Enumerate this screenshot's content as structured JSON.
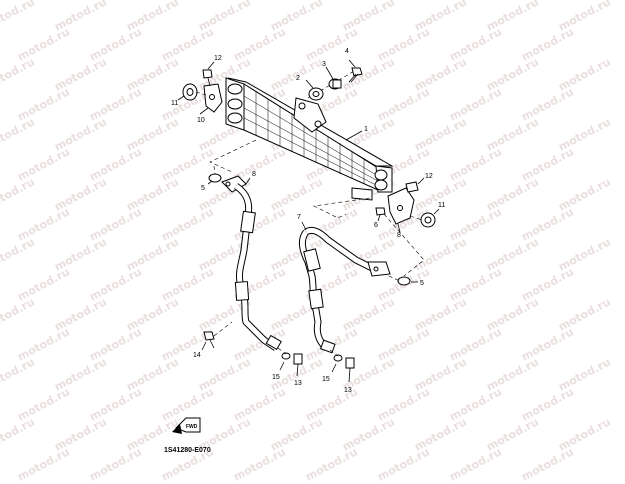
{
  "watermark": {
    "text": "motod.ru"
  },
  "callouts": {
    "c1": "1",
    "c2": "2",
    "c3": "3",
    "c4": "4",
    "c5a": "5",
    "c5b": "5",
    "c6": "6",
    "c7": "7",
    "c8a": "8",
    "c8b": "8",
    "c10": "10",
    "c11a": "11",
    "c11b": "11",
    "c12a": "12",
    "c12b": "12",
    "c13a": "13",
    "c13b": "13",
    "c14": "14",
    "c15a": "15",
    "c15b": "15"
  },
  "footer": {
    "code": "1S41280-E070",
    "fwd_label": "FWD"
  },
  "colors": {
    "line": "#000000",
    "watermark": "#eadede",
    "background": "#ffffff"
  }
}
